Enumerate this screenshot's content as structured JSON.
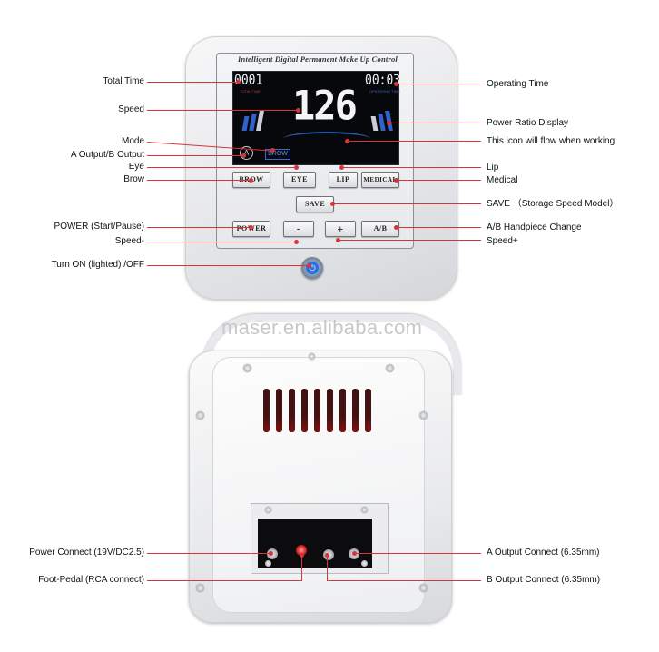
{
  "front": {
    "brand": "Intelligent Digital Permanent Make Up Control",
    "display": {
      "total_time": "0001",
      "total_time_sub": "TOTAL TIME",
      "operating_time": "00:03",
      "operating_time_sub": "OPERATING TIME",
      "speed": "126",
      "mode_a": "A",
      "mode": "BROW"
    },
    "buttons": {
      "brow": "BROW",
      "eye": "EYE",
      "lip": "LIP",
      "medical": "MEDICAL",
      "save": "SAVE",
      "power": "POWER",
      "minus": "-",
      "plus": "+",
      "ab": "A/B"
    },
    "power_symbol": "⏻"
  },
  "labels": {
    "total_time": "Total Time",
    "speed": "Speed",
    "mode": "Mode",
    "ab_output": "A Output/B Output",
    "eye": "Eye",
    "brow": "Brow",
    "power": "POWER (Start/Pause)",
    "speed_minus": "Speed-",
    "turn_on": "Turn ON (lighted) /OFF",
    "operating_time": "Operating Time",
    "power_ratio": "Power Ratio Display",
    "flow_icon": "This icon will flow when working",
    "lip": "Lip",
    "medical": "Medical",
    "save": "SAVE （Storage Speed Model）",
    "ab_change": "A/B Handpiece Change",
    "speed_plus": "Speed+",
    "power_connect": "Power Connect (19V/DC2.5)",
    "foot_pedal": "Foot-Pedal (RCA connect)",
    "a_output_connect": "A Output Connect (6.35mm)",
    "b_output_connect": "B Output Connect (6.35mm)"
  },
  "watermark": "maser.en.alibaba.com",
  "colors": {
    "callout": "#d6343b",
    "lcd_background": "#07080c",
    "power_led": "#2b6fe0"
  }
}
